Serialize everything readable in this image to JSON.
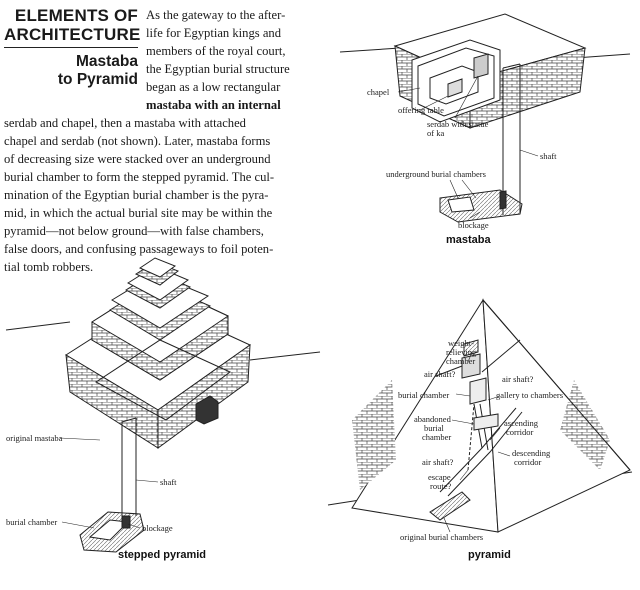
{
  "heading": {
    "line1": "ELEMENTS OF",
    "line2": "ARCHITECTURE",
    "sub1": "Mastaba",
    "sub2": "to Pyramid"
  },
  "body_lines": [
    "As the gateway to the after-",
    "life for Egyptian kings and",
    "members of the royal court,",
    "the Egyptian burial structure",
    "began as a low rectangular",
    "mastaba with an internal",
    "serdab and chapel, then a mastaba with attached",
    "chapel and serdab (not shown). Later, mastaba forms",
    "of decreasing size were stacked over an underground",
    "burial chamber to form the stepped pyramid. The cul-",
    "mination of the Egyptian burial chamber is the pyra-",
    "mid, in which the actual burial site may be within the",
    "pyramid—not below ground—with false chambers,",
    "false doors, and confusing passageways to foil poten-",
    "tial tomb robbers."
  ],
  "mastaba": {
    "caption": "mastaba",
    "labels": {
      "chapel": "chapel",
      "offering_table": "offering table",
      "serdab1": "serdab with statue",
      "serdab2": "of ka",
      "shaft": "shaft",
      "underground": "underground burial chambers",
      "blockage": "blockage"
    }
  },
  "stepped": {
    "caption": "stepped pyramid",
    "labels": {
      "original_mastaba": "original mastaba",
      "shaft": "shaft",
      "burial_chamber": "burial chamber",
      "blockage": "blockage"
    }
  },
  "pyramid": {
    "caption": "pyramid",
    "labels": {
      "weight1": "weight-",
      "weight2": "relieving",
      "weight3": "chamber",
      "air_shaft_a": "air shaft?",
      "air_shaft_b": "air shaft?",
      "burial_chamber": "burial chamber",
      "gallery": "gallery to chambers",
      "abandoned1": "abandoned",
      "abandoned2": "burial",
      "abandoned3": "chamber",
      "ascending1": "ascending",
      "ascending2": "corridor",
      "air_shaft_c": "air shaft?",
      "escape1": "escape",
      "escape2": "route?",
      "descending1": "descending",
      "descending2": "corridor",
      "original": "original burial chambers"
    }
  }
}
